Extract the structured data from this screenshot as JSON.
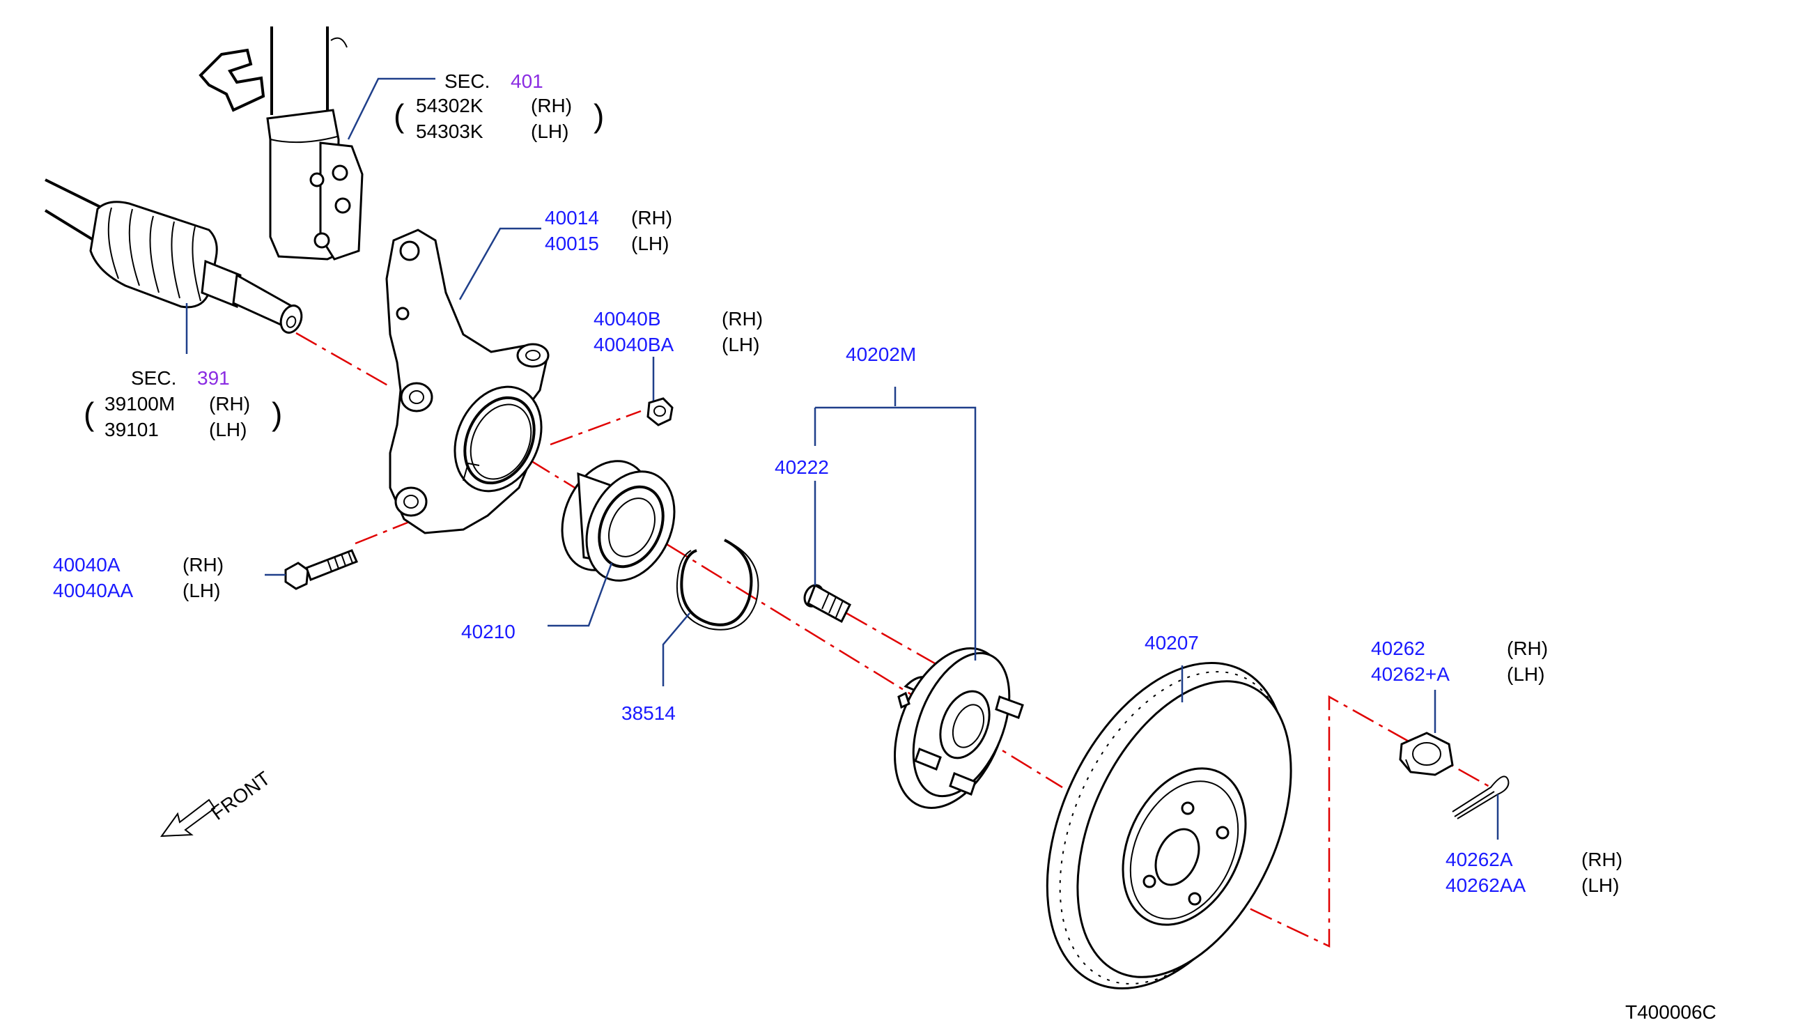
{
  "diagram_code": "T400006C",
  "front_label": "FRONT",
  "colors": {
    "part_number": "#1a1aff",
    "section_number": "#8a2be2",
    "leader": "#1f3f8a",
    "centerline": "#e00000"
  },
  "labels": {
    "strut": {
      "sec_prefix": "SEC.",
      "sec_number": "401",
      "rows": [
        {
          "part": "54302K",
          "side": "(RH)"
        },
        {
          "part": "54303K",
          "side": "(LH)"
        }
      ]
    },
    "driveshaft": {
      "sec_prefix": "SEC.",
      "sec_number": "391",
      "rows": [
        {
          "part": "39100M",
          "side": "(RH)"
        },
        {
          "part": "39101",
          "side": "(LH)"
        }
      ]
    },
    "knuckle": {
      "rows": [
        {
          "part": "40014",
          "side": "(RH)"
        },
        {
          "part": "40015",
          "side": "(LH)"
        }
      ]
    },
    "nut": {
      "rows": [
        {
          "part": "40040B",
          "side": "(RH)"
        },
        {
          "part": "40040BA",
          "side": "(LH)"
        }
      ]
    },
    "bolt": {
      "rows": [
        {
          "part": "40040A",
          "side": "(RH)"
        },
        {
          "part": "40040AA",
          "side": "(LH)"
        }
      ]
    },
    "hub_assembly": "40202M",
    "stud": "40222",
    "bearing": "40210",
    "snap_ring": "38514",
    "rotor": "40207",
    "hub_nut": {
      "rows": [
        {
          "part": "40262",
          "side": "(RH)"
        },
        {
          "part": "40262+A",
          "side": "(LH)"
        }
      ]
    },
    "cotter_pin": {
      "rows": [
        {
          "part": "40262A",
          "side": "(RH)"
        },
        {
          "part": "40262AA",
          "side": "(LH)"
        }
      ]
    }
  }
}
